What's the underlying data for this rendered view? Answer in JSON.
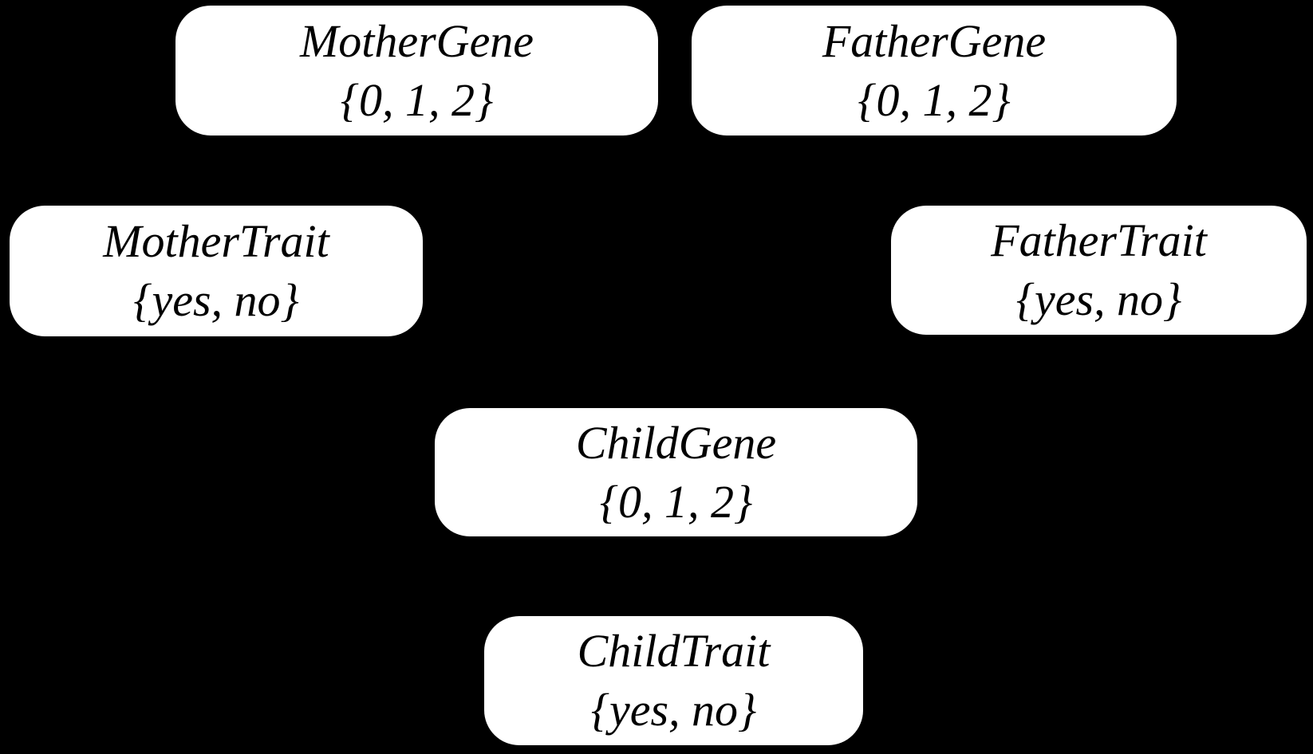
{
  "diagram": {
    "type": "bayesian-network",
    "background_color": "#000000",
    "node_fill_color": "#ffffff",
    "node_text_color": "#000000",
    "nodes": [
      {
        "label": "MotherGene",
        "values": "{0, 1, 2}"
      },
      {
        "label": "FatherGene",
        "values": "{0, 1, 2}"
      },
      {
        "label": "MotherTrait",
        "values": "{yes, no}"
      },
      {
        "label": "FatherTrait",
        "values": "{yes, no}"
      },
      {
        "label": "ChildGene",
        "values": "{0, 1, 2}"
      },
      {
        "label": "ChildTrait",
        "values": "{yes, no}"
      }
    ]
  }
}
